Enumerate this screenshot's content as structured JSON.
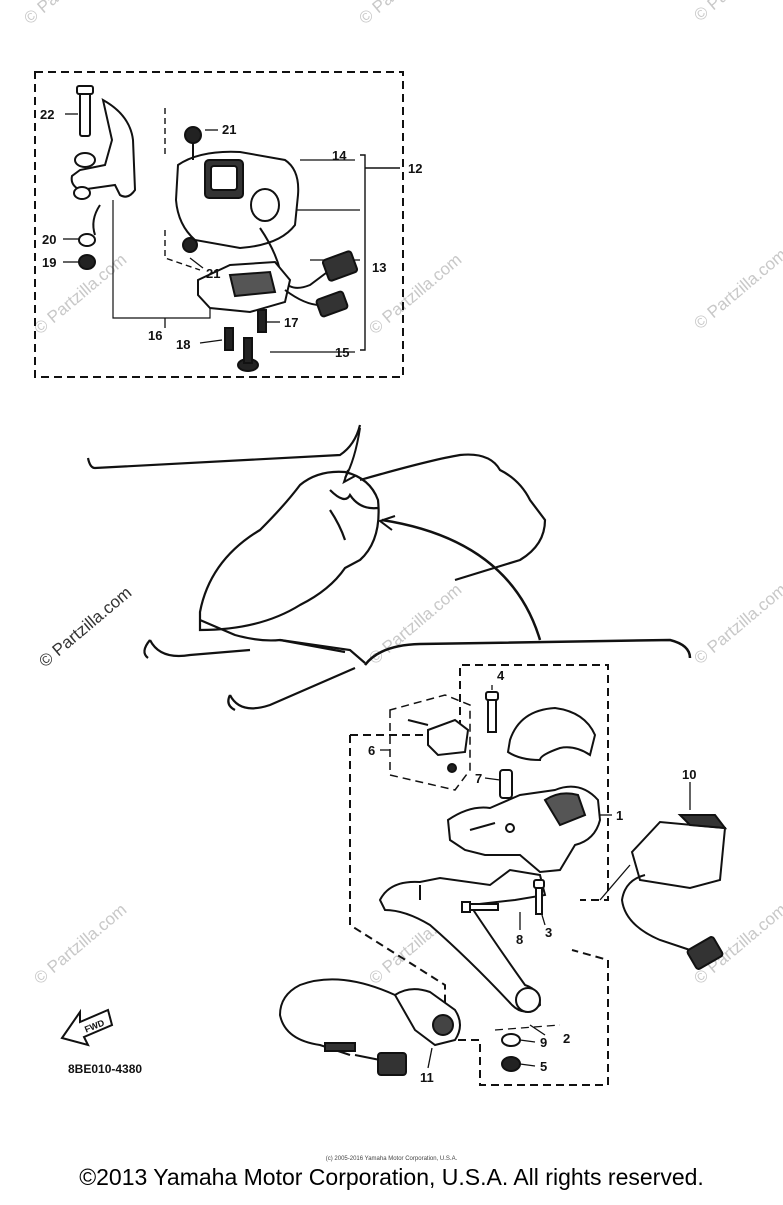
{
  "callouts": {
    "c1": "1",
    "c2": "2",
    "c3": "3",
    "c4": "4",
    "c5": "5",
    "c6": "6",
    "c7": "7",
    "c8": "8",
    "c9": "9",
    "c10": "10",
    "c11": "11",
    "c12": "12",
    "c13": "13",
    "c14": "14",
    "c15": "15",
    "c16": "16",
    "c17": "17",
    "c18": "18",
    "c19": "19",
    "c20": "20",
    "c21a": "21",
    "c21b": "21",
    "c22": "22"
  },
  "fwd_label": "FWD",
  "diagram_code": "8BE010-4380",
  "watermark": "© Partzilla.com",
  "copyright_small": "(c) 2005-2016 Yamaha Motor Corporation, U.S.A.",
  "copyright": "©2013 Yamaha Motor Corporation, U.S.A. All rights reserved."
}
